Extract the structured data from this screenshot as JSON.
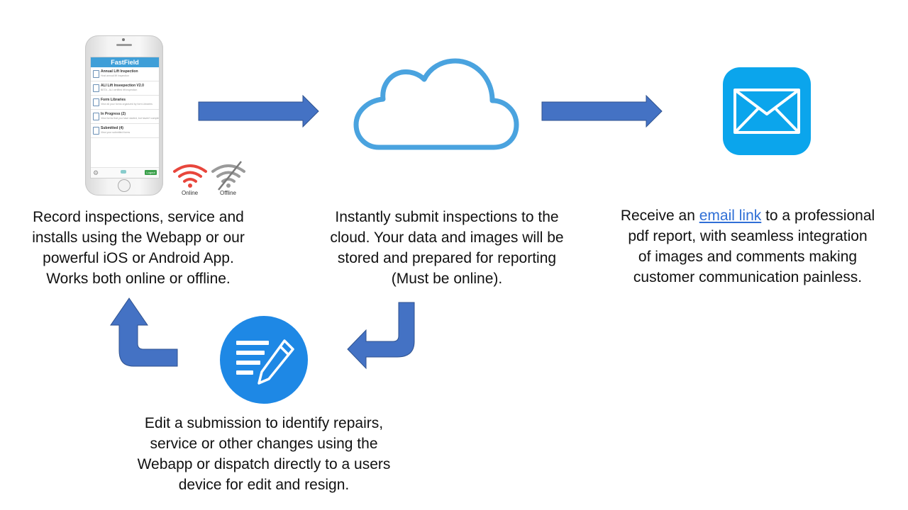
{
  "phone": {
    "app_title": "FastField",
    "items": [
      {
        "title": "Annual Lift Inspection",
        "sub": "Host annual lift inspection"
      },
      {
        "title": "ALI Lift Inseepection V2.0",
        "sub": "BETA - ALI certified lift inspection"
      },
      {
        "title": "Form Libraries",
        "sub": "View all your forms organized by form Libraries"
      },
      {
        "title": "In Progress (2)",
        "sub": "View forms that you have started, but haven't completed"
      },
      {
        "title": "Submitted (4)",
        "sub": "View your submitted forms"
      }
    ],
    "logout_label": "Logout"
  },
  "wifi": {
    "online_label": "Online",
    "offline_label": "Offline",
    "online_color": "#e8463c",
    "offline_color": "#9a9a9a"
  },
  "steps": {
    "record": {
      "lines": [
        "Record inspections, service and",
        "installs using the Webapp or our",
        "powerful iOS or Android App.",
        "Works both online or offline."
      ]
    },
    "submit": {
      "lines": [
        "Instantly submit inspections to the",
        "cloud. Your data and images will be",
        "stored and prepared for reporting",
        "(Must be online)."
      ]
    },
    "receive": {
      "prefix": "Receive an ",
      "link": "email link",
      "suffix": " to a professional",
      "lines": [
        "pdf report, with seamless integration",
        "of images and comments making",
        "customer communication painless."
      ]
    },
    "edit": {
      "lines": [
        "Edit a submission to identify repairs,",
        "service or other changes using the",
        "Webapp or dispatch directly to a users",
        "device for edit and resign."
      ]
    }
  },
  "colors": {
    "arrow": "#4472c4",
    "cloud_stroke": "#4aa3df",
    "mail_bg": "#0ba5ec",
    "edit_bg": "#1e88e5",
    "link": "#2f6fd6"
  },
  "icons": {
    "cloud": "cloud-icon",
    "mail": "mail-icon",
    "edit": "edit-document-icon",
    "wifi_online": "wifi-icon",
    "wifi_offline": "wifi-off-icon"
  }
}
